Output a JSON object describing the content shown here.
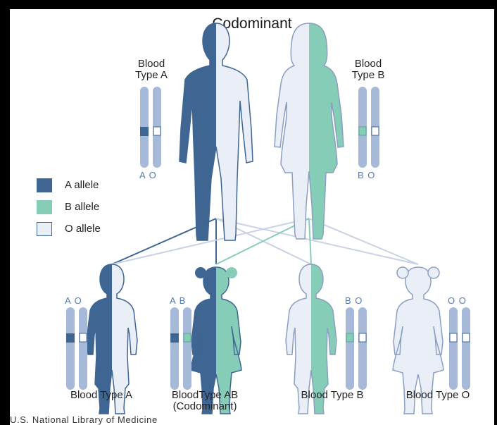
{
  "title": "Codominant",
  "colors": {
    "a_allele": "#3f6593",
    "b_allele": "#86cdb7",
    "o_allele": "#e9eef7",
    "chromosome": "#a6b9d8",
    "outline": "#8b9fc2"
  },
  "parents": [
    {
      "label": "Blood Type A",
      "alleles": [
        "A",
        "O"
      ]
    },
    {
      "label": "Blood Type B",
      "alleles": [
        "B",
        "O"
      ]
    }
  ],
  "legend": [
    {
      "label": "A allele",
      "color": "#3f6593"
    },
    {
      "label": "B allele",
      "color": "#86cdb7"
    },
    {
      "label": "O allele",
      "color": "#e9eef7"
    }
  ],
  "children": [
    {
      "label": "Blood Type A",
      "sublabel": "",
      "alleles": [
        "A",
        "O"
      ]
    },
    {
      "label": "BloodType AB",
      "sublabel": "(Codominant)",
      "alleles": [
        "A",
        "B"
      ]
    },
    {
      "label": "Blood Type B",
      "sublabel": "",
      "alleles": [
        "B",
        "O"
      ]
    },
    {
      "label": "Blood Type O",
      "sublabel": "",
      "alleles": [
        "O",
        "O"
      ]
    }
  ],
  "credit": "U.S. National Library of Medicine"
}
